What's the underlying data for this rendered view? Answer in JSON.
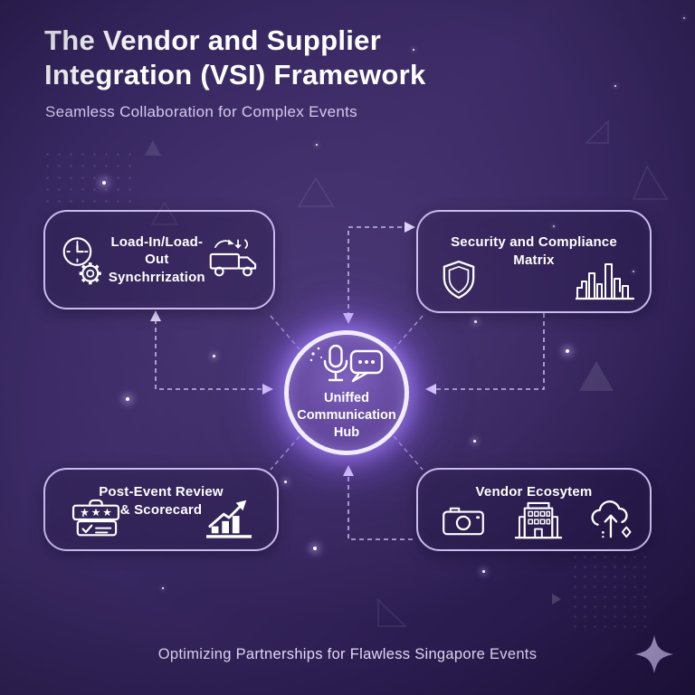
{
  "header": {
    "title_line1": "The Vendor and Supplier",
    "title_line2": "Integration (VSI) Framework",
    "subtitle": "Seamless Collaboration for Complex Events"
  },
  "hub": {
    "label_lines": [
      "Uniffed",
      "Communication",
      "Hub"
    ],
    "icons": [
      "sparkle-dots-icon",
      "microphone-icon",
      "chat-bubble-icon"
    ]
  },
  "boxes": [
    {
      "id": "load-sync",
      "title_lines": [
        "Load-In/Load-Out",
        "Synchrrization"
      ],
      "icons": [
        "clock-icon",
        "gear-icon",
        "truck-cycle-icon"
      ]
    },
    {
      "id": "security-compliance",
      "title_lines": [
        "Security and Compliance",
        "Matrix"
      ],
      "icons": [
        "shield-icon",
        "city-skyline-icon"
      ]
    },
    {
      "id": "post-event-review",
      "title_lines": [
        "Post-Event Review",
        "& Scorecard"
      ],
      "icons": [
        "scorecard-icon",
        "growth-chart-icon"
      ]
    },
    {
      "id": "vendor-ecosystem",
      "title_lines": [
        "Vendor Ecosytem"
      ],
      "icons": [
        "camera-icon",
        "building-icon",
        "cloud-upload-icon"
      ]
    }
  ],
  "footer": {
    "tagline": "Optimizing Partnerships for Flawless Singapore Events"
  },
  "colors": {
    "background_dark": "#221543",
    "background_mid": "#3c2b66",
    "box_border": "#cbbaf0",
    "hub_glow": "#a783ff",
    "dashed_line": "#cfc1f2",
    "text_white": "#ffffff",
    "text_lavender": "#d5c9ee"
  }
}
